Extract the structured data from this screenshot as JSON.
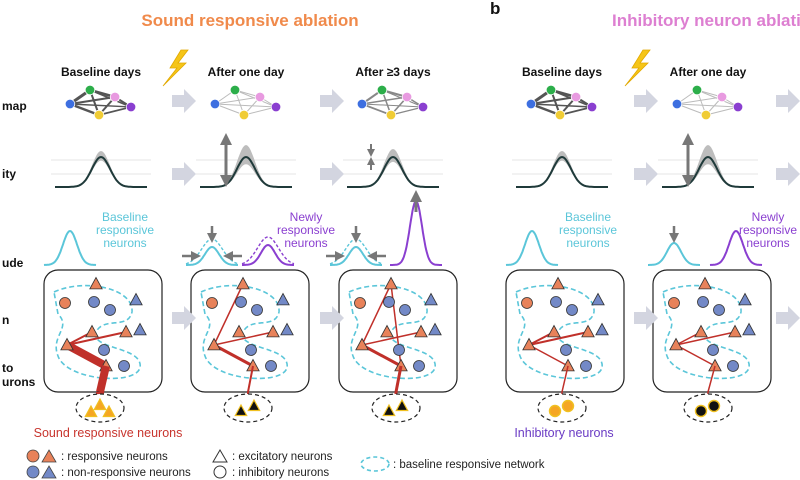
{
  "titles": {
    "left": "Sound responsive ablation",
    "panel_letter": "b",
    "right": "Inhibitory neuron ablation"
  },
  "columns": {
    "baseline": "Baseline days",
    "after_one": "After one day",
    "after_three": "After ≥3 days"
  },
  "row_labels": {
    "map": "map",
    "ity": "ity",
    "ude": "ude",
    "n": "n",
    "to": "to",
    "urons": "urons"
  },
  "labels": {
    "baseline_responsive_1": "Baseline",
    "baseline_responsive_2": "responsive",
    "baseline_responsive_3": "neurons",
    "newly_responsive_1": "Newly",
    "newly_responsive_2": "responsive",
    "newly_responsive_3": "neurons",
    "sound_responsive": "Sound  responsive neurons",
    "inhibitory_neurons": "Inhibitory neurons"
  },
  "legend": {
    "responsive": ": responsive neurons",
    "non_responsive": ": non-responsive neurons",
    "excitatory": ": excitatory neurons",
    "inhibitory": ": inhibitory neurons",
    "baseline_network": ": baseline responsive network"
  },
  "colors": {
    "title": "#f08a4b",
    "title_right": "#dd7fd1",
    "cyan": "#5bc6d9",
    "purple": "#8a3fd0",
    "orange": "#e8825a",
    "blue": "#7389c7",
    "red": "#c0302a",
    "arrow_fill": "#d3d5e0",
    "gray": "#7a7a7a",
    "label_red": "#c8352e",
    "label_purple": "#6a3bc4"
  }
}
